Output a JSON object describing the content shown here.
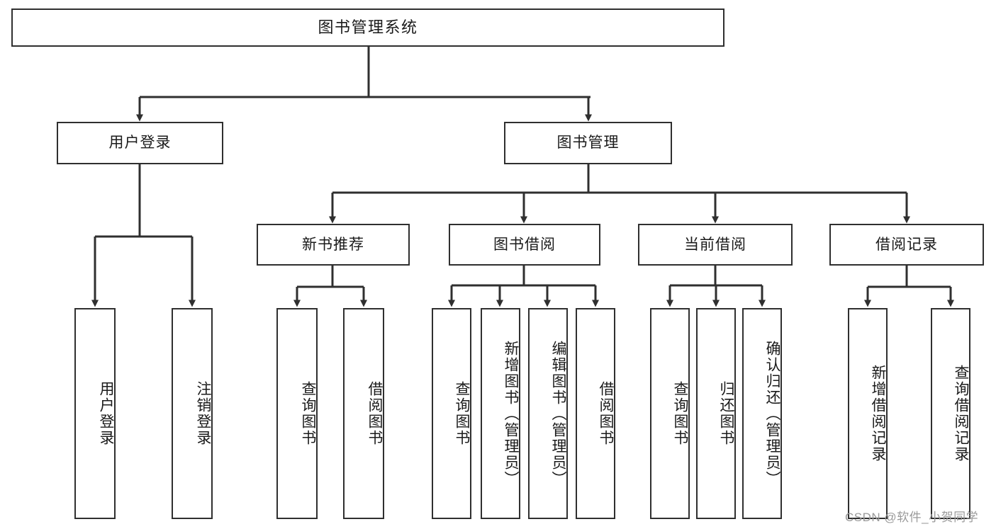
{
  "diagram": {
    "title": "图书管理系统",
    "style": {
      "background": "#ffffff",
      "line_color": "#2f2f2f",
      "border_color": "#2f2f2f",
      "text_color": "#1a1a1a",
      "watermark_color": "#9a9a9a"
    },
    "root": {
      "label": "图书管理系统"
    },
    "level2": [
      {
        "label": "用户登录"
      },
      {
        "label": "图书管理"
      }
    ],
    "level3": [
      {
        "label": "新书推荐"
      },
      {
        "label": "图书借阅"
      },
      {
        "label": "当前借阅"
      },
      {
        "label": "借阅记录"
      }
    ],
    "leaves": {
      "user_login": [
        {
          "label": "用户登录"
        },
        {
          "label": "注销登录"
        }
      ],
      "new_book_recommend": [
        {
          "label": "查询图书"
        },
        {
          "label": "借阅图书"
        }
      ],
      "book_borrow": [
        {
          "label": "查询图书"
        },
        {
          "label": "新增图书（管理员）"
        },
        {
          "label": "编辑图书（管理员）"
        },
        {
          "label": "借阅图书"
        }
      ],
      "current_borrow": [
        {
          "label": "查询图书"
        },
        {
          "label": "归还图书"
        },
        {
          "label": "确认归还（管理员）"
        }
      ],
      "borrow_record": [
        {
          "label": "新增借阅记录"
        },
        {
          "label": "查询借阅记录"
        }
      ]
    },
    "watermark": "CSDN @软件_小贺同学"
  }
}
